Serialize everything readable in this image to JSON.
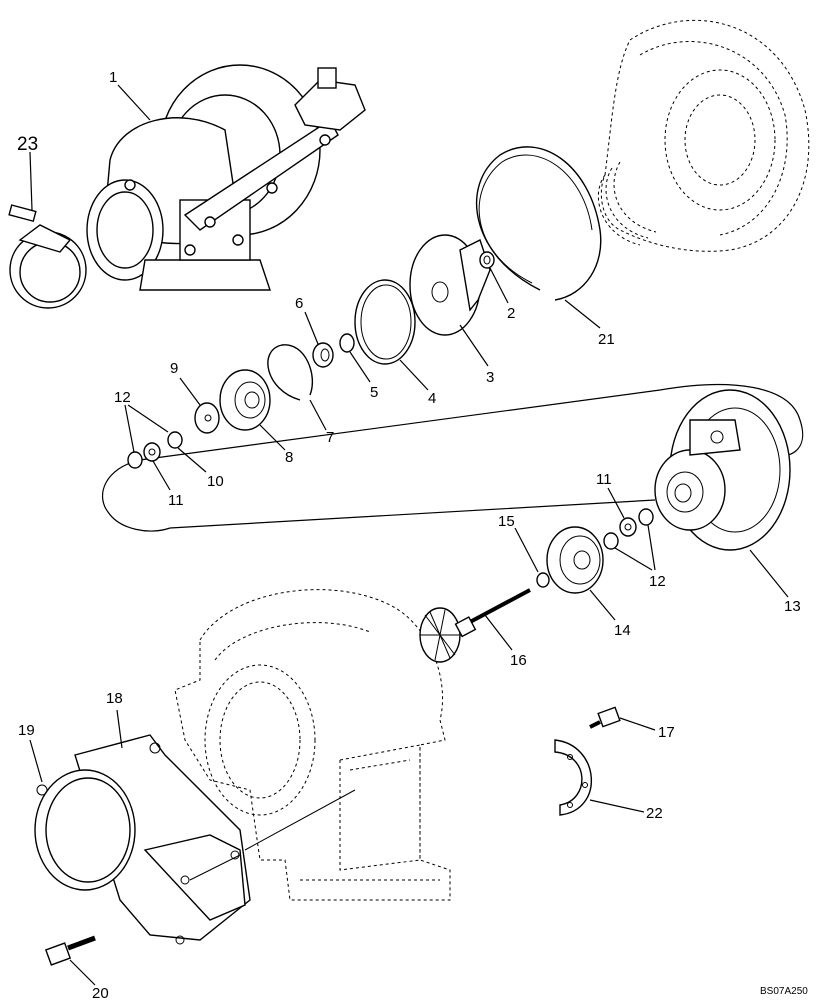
{
  "labels": {
    "p1": "1",
    "p2": "2",
    "p3": "3",
    "p4": "4",
    "p5": "5",
    "p6": "6",
    "p7": "7",
    "p8": "8",
    "p9": "9",
    "p10": "10",
    "p11a": "11",
    "p11b": "11",
    "p12a": "12",
    "p12b": "12",
    "p13": "13",
    "p14": "14",
    "p15": "15",
    "p16": "16",
    "p17": "17",
    "p18": "18",
    "p19": "19",
    "p20": "20",
    "p21": "21",
    "p22": "22",
    "p23": "23"
  },
  "drawing_code": "BS07A250"
}
